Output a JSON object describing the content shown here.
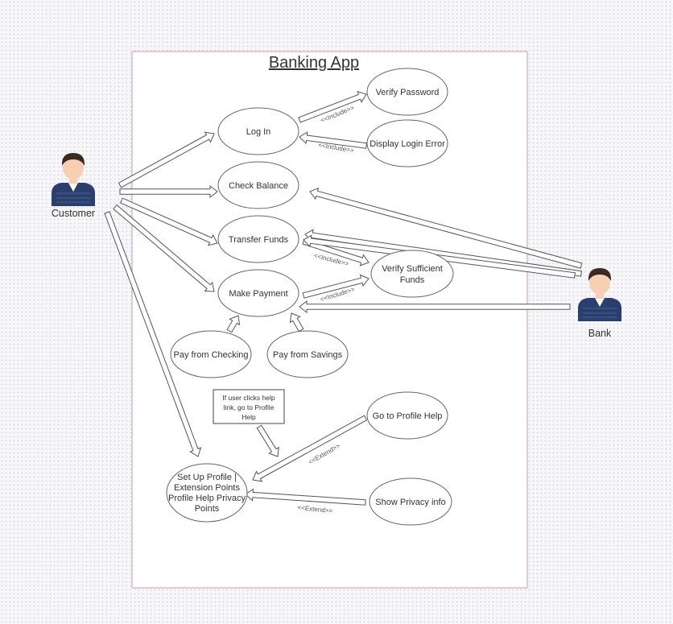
{
  "system": {
    "title": "Banking App"
  },
  "actors": {
    "customer": "Customer",
    "bank": "Bank"
  },
  "use_cases": {
    "log_in": "Log In",
    "verify_password": "Verify Password",
    "display_login_error": "Display Login Error",
    "check_balance": "Check Balance",
    "transfer_funds": "Transfer Funds",
    "verify_sufficient_funds": [
      "Verify Sufficient",
      "Funds"
    ],
    "make_payment": "Make Payment",
    "pay_from_checking": "Pay from Checking",
    "pay_from_savings": "Pay from Savings",
    "go_to_profile_help": "Go to Profile Help",
    "show_privacy_info": "Show Privacy info",
    "set_up_profile": [
      "Set Up Profile |",
      "Extension Points",
      "Profile Help Privacy",
      "Points"
    ]
  },
  "relations": {
    "include_verify_password": "<<Include>>",
    "include_display_login_error": "<<Include>>",
    "include_transfer_verify": "<<Include>>",
    "include_payment_verify": "<<Include>>",
    "extend_profile_help": "<<Extend>>",
    "extend_privacy": "<<Extend>>"
  },
  "note": [
    "If user clicks help",
    "link, go to Profile",
    "Help"
  ],
  "colors": {
    "boundary": "#d99aa8",
    "actor_shirt": "#2b3f6e",
    "actor_skin": "#f7cfb2",
    "actor_hair": "#3a2a22"
  }
}
